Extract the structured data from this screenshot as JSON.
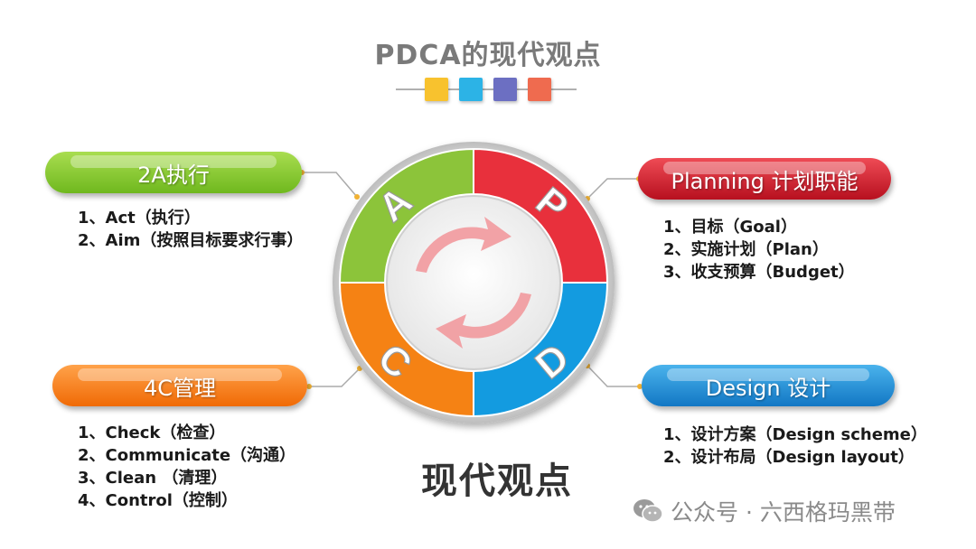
{
  "title": "PDCA的现代观点",
  "accent_colors": {
    "yellow": "#f8c22e",
    "cyan": "#2cb3e6",
    "purple": "#6c6fc2",
    "coral": "#ef6b4f"
  },
  "cycle": {
    "segments": [
      {
        "letter": "P",
        "color": "#e8303c"
      },
      {
        "letter": "D",
        "color": "#139be0"
      },
      {
        "letter": "C",
        "color": "#f58214"
      },
      {
        "letter": "A",
        "color": "#8cc43a"
      }
    ],
    "center_icon": "circular-arrows-icon"
  },
  "panels": {
    "act": {
      "label": "2A执行",
      "items": [
        "1、Act（执行）",
        "2、Aim（按照目标要求行事）"
      ]
    },
    "plan": {
      "label": "Planning 计划职能",
      "items": [
        "1、目标（Goal）",
        "2、实施计划（Plan）",
        "3、收支预算（Budget）"
      ]
    },
    "check": {
      "label": "4C管理",
      "items": [
        "1、Check（检查）",
        "2、Communicate（沟通）",
        "3、Clean （清理）",
        "4、Control（控制）"
      ]
    },
    "design": {
      "label": "Design 设计",
      "items": [
        "1、设计方案（Design scheme）",
        "2、设计布局（Design layout）"
      ]
    }
  },
  "footer_title": "现代观点",
  "watermark": {
    "icon": "wechat-icon",
    "text": "公众号 · 六西格玛黑带"
  }
}
